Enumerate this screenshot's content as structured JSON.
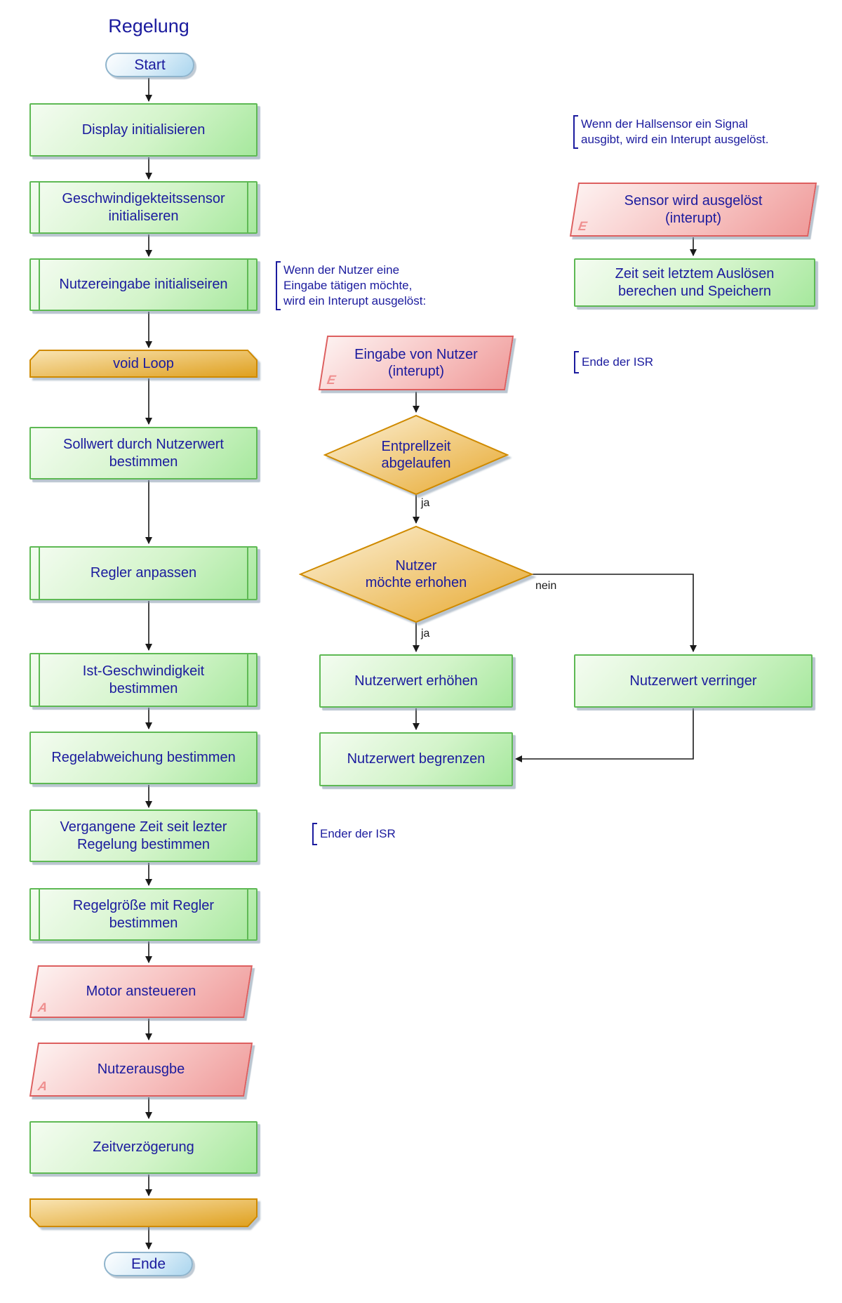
{
  "title": "Regelung",
  "colors": {
    "text_navy": "#1b1b9e",
    "green_border": "#5eb954",
    "orange_border": "#cf8a00",
    "red_border": "#dd5f5f",
    "capsule_border": "#8fb4cc",
    "arrow": "#1a1a1a"
  },
  "nodes": {
    "start": "Start",
    "display_init": "Display initialisieren",
    "speed_sensor_init": "Geschwindigekteitssensor\ninitialiseren",
    "user_input_init": "Nutzereingabe initialiseiren",
    "void_loop": "void Loop",
    "sollwert": "Sollwert durch Nutzerwert\nbestimmen",
    "regler_anpassen": "Regler anpassen",
    "ist_geschwindigkeit": "Ist-Geschwindigkeit\nbestimmen",
    "regelabweichung": "Regelabweichung bestimmen",
    "vergangene_zeit": "Vergangene Zeit seit lezter\nRegelung bestimmen",
    "regelgroesse": "Regelgröße mit Regler\nbestimmen",
    "motor": "Motor ansteueren",
    "nutzerausgabe": "Nutzerausgbe",
    "zeitverzoegerung": "Zeitverzögerung",
    "ende": "Ende",
    "eingabe_interrupt": "Eingabe von Nutzer\n(interupt)",
    "entprellzeit": "Entprellzeit\nabgelaufen",
    "nutzer_moechte_erhoehen": "Nutzer\nmöchte erhohen",
    "nutzerwert_erhoehen": "Nutzerwert erhöhen",
    "nutzerwert_begrenzen": "Nutzerwert begrenzen",
    "nutzerwert_verringern": "Nutzerwert verringer",
    "sensor_interrupt": "Sensor wird ausgelöst\n(interupt)",
    "zeit_berechnen": "Zeit seit letztem Auslösen\nberechen und Speichern"
  },
  "badges": {
    "eingabe": "E",
    "sensor": "E",
    "motor": "A",
    "nutzerausgabe": "A"
  },
  "edge_labels": {
    "ja1": "ja",
    "ja2": "ja",
    "nein": "nein"
  },
  "comments": {
    "user_input": "Wenn der Nutzer eine\nEingabe tätigen möchte,\nwird ein Interupt ausgelöst:",
    "hall_sensor": "Wenn der Hallsensor ein Signal\nausgibt, wird ein Interupt ausgelöst.",
    "isr_end_right": "Ende der ISR",
    "isr_end_middle": "Ender der ISR"
  }
}
